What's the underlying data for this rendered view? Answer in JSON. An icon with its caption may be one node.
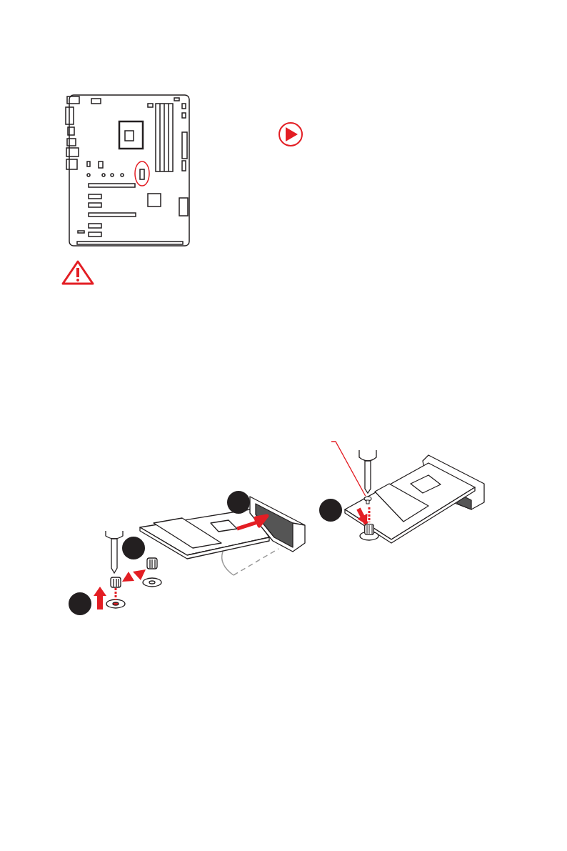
{
  "diagram": {
    "nodes": [
      {
        "text": [],
        "shape": "circle"
      },
      {
        "text": [],
        "shape": "circle"
      },
      {
        "text": [],
        "shape": "circle"
      },
      {
        "text": [],
        "shape": "circle"
      },
      {
        "text": [],
        "shape": "box"
      },
      {
        "text": [],
        "shape": "cylinder"
      }
    ],
    "edges": [
      {
        "from": null,
        "to": 4,
        "arrow": "none",
        "color": "#e31e24"
      },
      {
        "from": null,
        "to": 5,
        "arrow": "to",
        "style": "thick",
        "color": "#e31e24"
      }
    ]
  }
}
